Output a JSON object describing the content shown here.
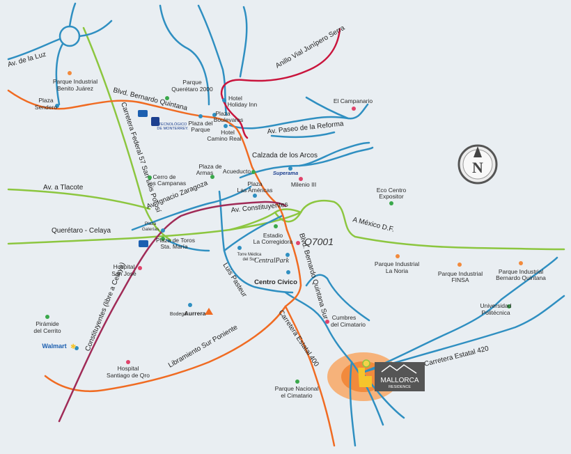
{
  "colors": {
    "background": "#e9eef2",
    "blue_road": "#2f8fc1",
    "green_road": "#8cc63f",
    "orange_road": "#f06b22",
    "red_road": "#c9143c",
    "purple_road": "#a02b57",
    "highlight_outer": "#f6b27a",
    "highlight_inner": "#f28a3c"
  },
  "roads": {
    "av_de_la_luz": "Av. de la Luz",
    "anillo_vial": "Anillo Vial Junípero Serra",
    "blvd_bernardo": "Blvd. Bernardo Quintana",
    "carretera_57": "Carretera Federal 57 San Luis Potosí",
    "av_paseo": "Av. Paseo de la Reforma",
    "calzada_arcos": "Calzada de los Arcos",
    "av_tlacote": "Av. a Tlacote",
    "av_ignacio": "Av. Ignacio Zaragoza",
    "av_constituyentes": "Av. Constituyentes",
    "queretaro_celaya": "Querétaro - Celaya",
    "a_mexico": "A México D.F.",
    "constituyentes_libre": "Constituyentes (libre a Celaya)",
    "luis_pasteur": "Luis Pasteur",
    "blvd_bernardo_sur": "Blvd. Bernardo Quintana Sur",
    "carretera_400": "Carretera Estatal 400",
    "libramiento": "Libramiento Sur Poniente",
    "carretera_420": "Carretera Estatal 420"
  },
  "places": {
    "parque_benito_1": "Parque Industrial",
    "parque_benito_2": "Benito Juárez",
    "plaza_sendero_1": "Plaza",
    "plaza_sendero_2": "Sendero",
    "parque_qro_1": "Parque",
    "parque_qro_2": "Querétaro 2000",
    "tec_1": "TECNOLÓGICO",
    "tec_2": "DE MONTERREY.",
    "plaza_parque_1": "Plaza del",
    "plaza_parque_2": "Parque",
    "hotel_holiday_1": "Hotel",
    "hotel_holiday_2": "Holiday Inn",
    "plaza_boulevares_1": "Plaza",
    "plaza_boulevares_2": "Boulevares",
    "hotel_camino_1": "Hotel",
    "hotel_camino_2": "Camino Real",
    "el_campanario": "El Campanario",
    "cerro_campanas_1": "Cerro de",
    "cerro_campanas_2": "las Campanas",
    "plaza_armas_1": "Plaza de",
    "plaza_armas_2": "Armas",
    "acueducto": "Acueducto",
    "superama": "Superama",
    "milenio": "Milenio III",
    "plaza_americas_1": "Plaza",
    "plaza_americas_2": "Las Américas",
    "eco_centro_1": "Eco Centro",
    "eco_centro_2": "Expositor",
    "plaza_galerias_1": "Plaza",
    "plaza_galerias_2": "Galerías",
    "plaza_toros_1": "Plaza de Toros",
    "plaza_toros_2": "Sta. María",
    "estadio_1": "Estadio",
    "estadio_2": "La Corregidora",
    "q7001": "Q7001",
    "torre_medica_1": "Torre Médica",
    "torre_medica_2": "del Sur",
    "central_park": "CentralPark",
    "centro_civico": "Centro Cívico",
    "hospital_sanjose_1": "Hospital",
    "hospital_sanjose_2": "San José",
    "parque_noria_1": "Parque Industrial",
    "parque_noria_2": "La Noria",
    "parque_finsa_1": "Parque Industrial",
    "parque_finsa_2": "FINSA",
    "parque_bq_1": "Parque Industrial",
    "parque_bq_2": "Bernardo Quintana",
    "piramide_1": "Pirámide",
    "piramide_2": "del Cerrito",
    "bodega_1": "Bodega",
    "bodega_2": "Aurrera",
    "universidad_1": "Universidad",
    "universidad_2": "Politécnica",
    "cumbres_1": "Cumbres",
    "cumbres_2": "del Cimatario",
    "walmart": "Walmart",
    "hospital_santiago_1": "Hospital",
    "hospital_santiago_2": "Santiago de Qro",
    "parque_cimatario_1": "Parque Nacional",
    "parque_cimatario_2": "el Cimatario",
    "mallorca_1": "MALLORCA",
    "mallorca_2": "RESIDENCE"
  },
  "compass": {
    "letter": "N"
  }
}
